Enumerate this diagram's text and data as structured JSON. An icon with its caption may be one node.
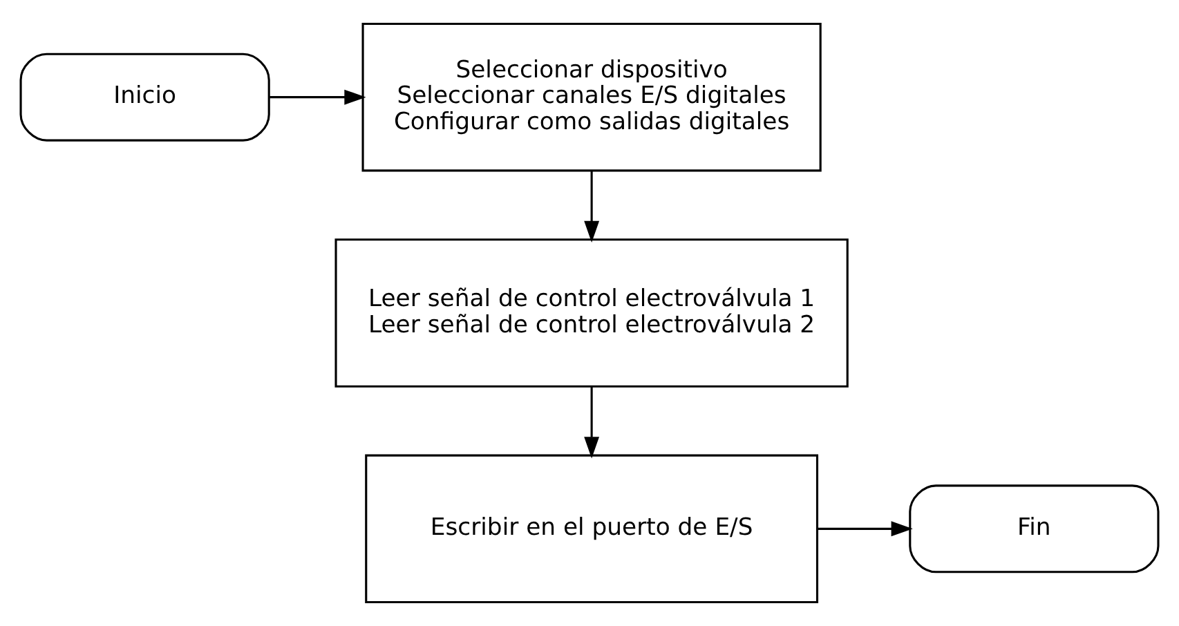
{
  "diagram": {
    "nodes": [
      {
        "text": [
          "Inicio"
        ]
      },
      {
        "text": [
          "Seleccionar dispositivo",
          "Seleccionar canales E/S digitales",
          "Configurar como salidas digitales"
        ]
      },
      {
        "text": [
          "Leer señal de control electroválvula 1",
          "Leer señal de control electroválvula 2"
        ]
      },
      {
        "text": [
          "Escribir en el puerto de E/S"
        ]
      },
      {
        "text": [
          "Fin"
        ]
      }
    ],
    "edges": [
      {
        "from": 0,
        "to": 1,
        "arrow": "to"
      },
      {
        "from": 1,
        "to": 2,
        "arrow": "to"
      },
      {
        "from": 2,
        "to": 3,
        "arrow": "to"
      },
      {
        "from": 3,
        "to": 4,
        "arrow": "to"
      }
    ]
  }
}
